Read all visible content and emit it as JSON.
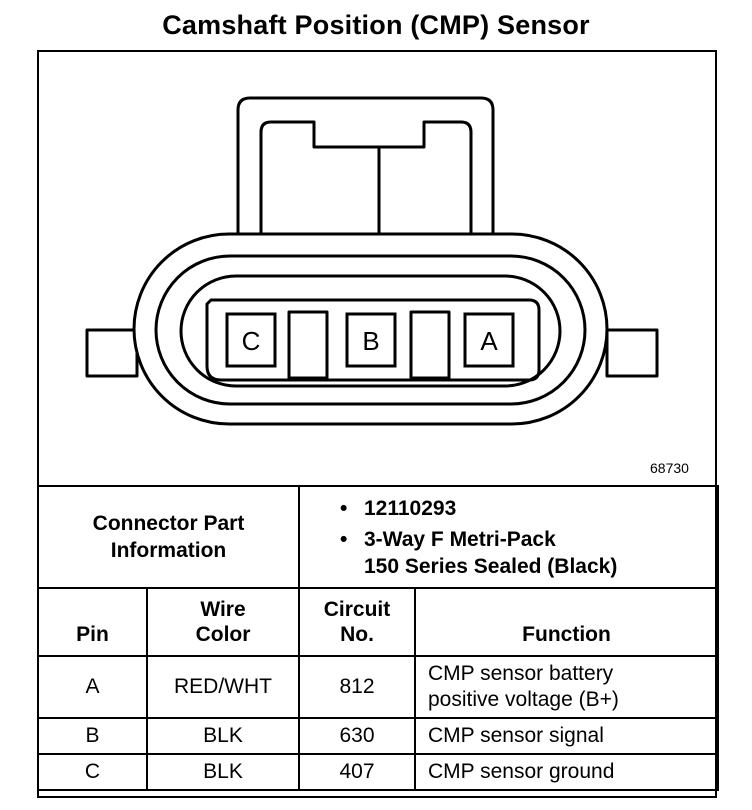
{
  "title": "Camshaft Position (CMP) Sensor",
  "figure_number": "68730",
  "connector": {
    "pin_labels": [
      "C",
      "B",
      "A"
    ]
  },
  "connector_info": {
    "label_line1": "Connector Part",
    "label_line2": "Information",
    "items": [
      {
        "line1": "12110293",
        "line2": ""
      },
      {
        "line1": "3-Way F Metri-Pack",
        "line2": "150 Series Sealed (Black)"
      }
    ]
  },
  "pin_table": {
    "headers": {
      "pin": "Pin",
      "wire_color_1": "Wire",
      "wire_color_2": "Color",
      "circuit_1": "Circuit",
      "circuit_2": "No.",
      "function": "Function"
    },
    "rows": [
      {
        "pin": "A",
        "wire_color": "RED/WHT",
        "circuit": "812",
        "function_1": "CMP sensor battery",
        "function_2": "positive voltage (B+)"
      },
      {
        "pin": "B",
        "wire_color": "BLK",
        "circuit": "630",
        "function_1": "CMP sensor signal",
        "function_2": ""
      },
      {
        "pin": "C",
        "wire_color": "BLK",
        "circuit": "407",
        "function_1": "CMP sensor ground",
        "function_2": ""
      }
    ]
  }
}
